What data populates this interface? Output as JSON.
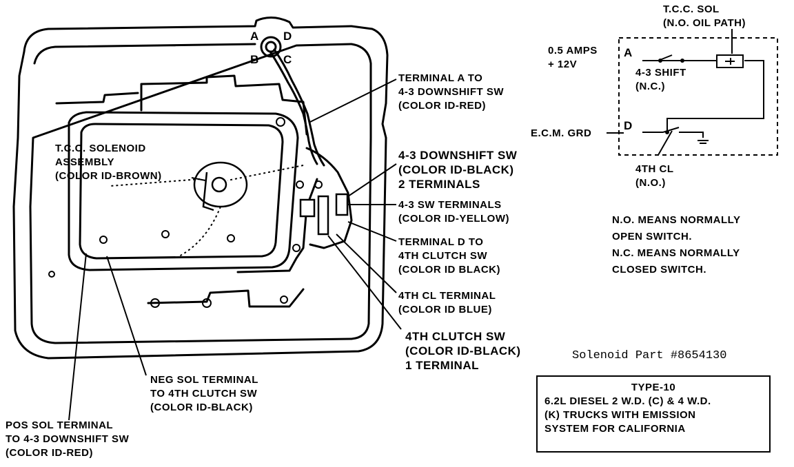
{
  "terminal_letters": {
    "a": "A",
    "b": "B",
    "c": "C",
    "d": "D"
  },
  "labels": {
    "terminal_a": [
      "TERMINAL A TO",
      "4-3 DOWNSHIFT SW",
      "(COLOR ID-RED)"
    ],
    "tcc_solenoid": [
      "T.C.C. SOLENOID",
      "ASSEMBLY",
      "(COLOR ID-BROWN)"
    ],
    "downshift_sw": [
      "4-3 DOWNSHIFT SW",
      "(COLOR ID-BLACK)",
      "2 TERMINALS"
    ],
    "sw_terminals": [
      "4-3 SW TERMINALS",
      "(COLOR ID-YELLOW)"
    ],
    "terminal_d": [
      "TERMINAL D TO",
      "4TH CLUTCH SW",
      "(COLOR ID BLACK)"
    ],
    "cl_terminal": [
      "4TH CL TERMINAL",
      "(COLOR ID BLUE)"
    ],
    "clutch_sw": [
      "4TH CLUTCH SW",
      "(COLOR ID-BLACK)",
      "1 TERMINAL"
    ],
    "neg_sol": [
      "NEG SOL TERMINAL",
      "TO 4TH CLUTCH SW",
      "(COLOR ID-BLACK)"
    ],
    "pos_sol": [
      "POS SOL TERMINAL",
      "TO 4-3 DOWNSHIFT SW",
      "(COLOR ID-RED)"
    ]
  },
  "schematic": {
    "tcc_sol": [
      "T.C.C. SOL",
      "(N.O. OIL PATH)"
    ],
    "amps": [
      "0.5 AMPS",
      "+ 12V"
    ],
    "node_a": "A",
    "node_d": "D",
    "shift": [
      "4-3 SHIFT",
      "(N.C.)"
    ],
    "ecm": "E.C.M. GRD",
    "cl4": [
      "4TH CL",
      "(N.O.)"
    ]
  },
  "notes": [
    "N.O. MEANS NORMALLY",
    "OPEN SWITCH.",
    "N.C. MEANS NORMALLY",
    "CLOSED SWITCH."
  ],
  "part_number": "Solenoid Part #8654130",
  "type_box": {
    "title": "TYPE-10",
    "lines": [
      "6.2L DIESEL 2 W.D. (C) & 4 W.D.",
      "(K) TRUCKS WITH EMISSION",
      "SYSTEM FOR CALIFORNIA"
    ]
  }
}
